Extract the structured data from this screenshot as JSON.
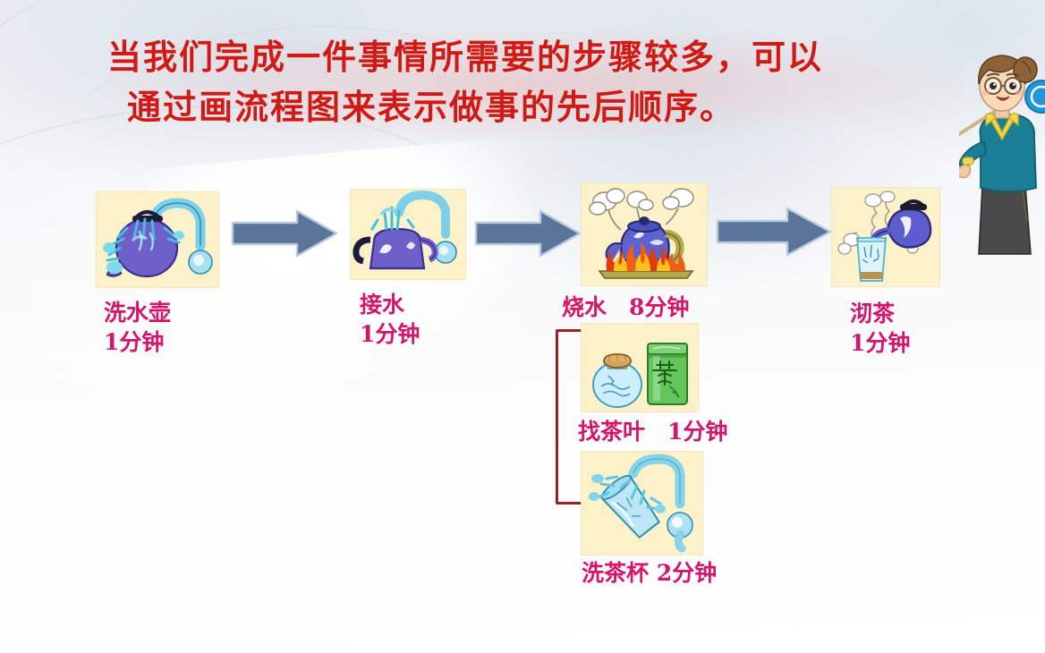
{
  "slide": {
    "title_line1": "当我们完成一件事情所需要的步骤较多，可以",
    "title_line2": "通过画流程图来表示做事的先后顺序。",
    "title_color": "#cf1a16",
    "caption_color": "#d4156b",
    "arrow_color": "#5b7499",
    "bracket_color": "#9e1f25",
    "picture_bg": "#fcf1c8"
  },
  "flow": {
    "main_steps": [
      {
        "id": "wash-kettle",
        "label": "洗水壶",
        "duration": "1分钟",
        "caption": "洗水壶\n1分钟",
        "picture": "kettle-under-faucet-icon"
      },
      {
        "id": "fill-water",
        "label": "接水",
        "duration": "1分钟",
        "caption": "接水\n1分钟",
        "picture": "kettle-filling-icon"
      },
      {
        "id": "boil-water",
        "label": "烧水",
        "duration": "8分钟",
        "caption": "烧水　8分钟",
        "picture": "kettle-on-fire-icon"
      },
      {
        "id": "brew-tea",
        "label": "沏茶",
        "duration": "1分钟",
        "caption": "沏茶\n1分钟",
        "picture": "pouring-tea-icon"
      }
    ],
    "branch_steps": [
      {
        "id": "find-tea-leaves",
        "label": "找茶叶",
        "duration": "1分钟",
        "caption": "找茶叶　1分钟",
        "picture": "tea-jar-and-canister-icon"
      },
      {
        "id": "wash-teacup",
        "label": "洗茶杯",
        "duration": "2分钟",
        "caption": "洗茶杯 2分钟",
        "picture": "cup-under-faucet-icon"
      }
    ],
    "arrows": [
      {
        "id": "arrow-1",
        "from": "wash-kettle",
        "to": "fill-water"
      },
      {
        "id": "arrow-2",
        "from": "fill-water",
        "to": "boil-water"
      },
      {
        "id": "arrow-3",
        "from": "boil-water",
        "to": "brew-tea"
      }
    ],
    "bracket": {
      "id": "branch-bracket",
      "groups": [
        "find-tea-leaves",
        "wash-teacup"
      ]
    }
  },
  "teacher": {
    "name": "teacher-character",
    "description": "cartoon teacher with pointer",
    "hair_color": "#8d6239",
    "sweater_color": "#1a7f94",
    "collar_color": "#f2d64b",
    "skirt_color": "#4a4a4a",
    "badge_color": "#2196d8"
  }
}
